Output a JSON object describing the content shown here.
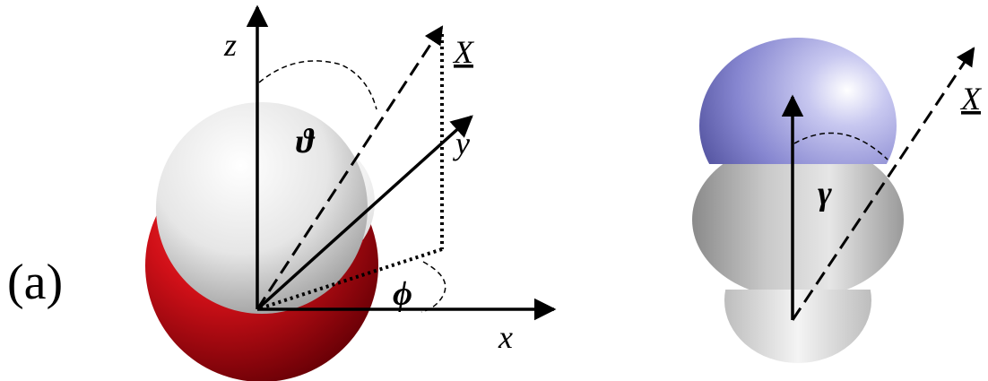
{
  "figure": {
    "panel_label": "(a)",
    "left": {
      "axis_z": "z",
      "axis_y": "y",
      "axis_x": "x",
      "vector": "X",
      "theta": "ϑ",
      "phi": "ϕ"
    },
    "right": {
      "vector": "X",
      "gamma": "γ"
    }
  },
  "colors": {
    "oxygen_red": "#c8111b",
    "hydrogen_white": "#e9e9e9",
    "nitrogen_blue": "#8a8ad6",
    "carbon_grey": "#b5b5b5",
    "hydrogen_light": "#efefef"
  }
}
